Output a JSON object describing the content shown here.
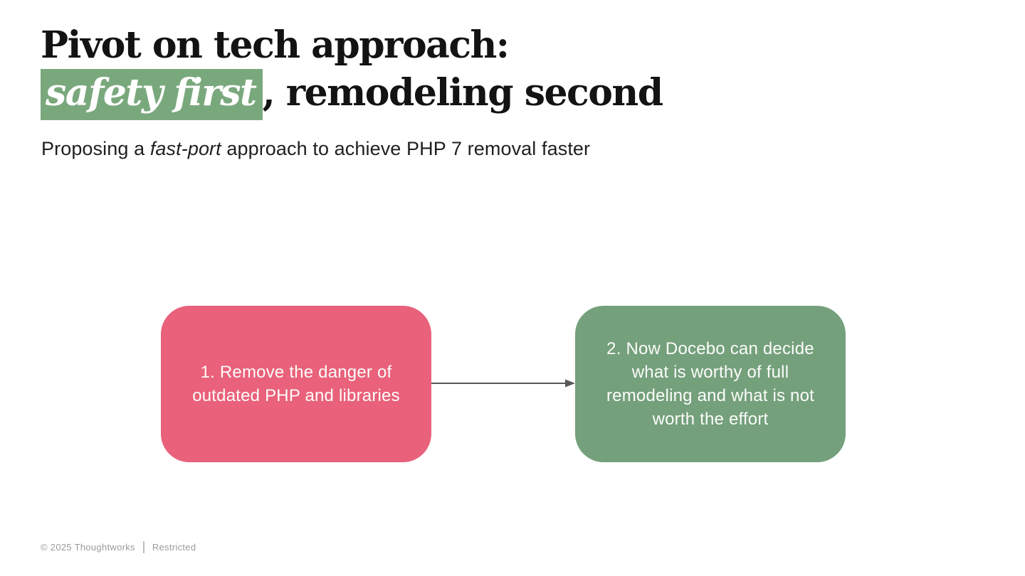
{
  "slide": {
    "title": {
      "line1": "Pivot on tech approach:",
      "highlight": "safety first",
      "line2_rest": ", remodeling second"
    },
    "subtitle": {
      "prefix": "Proposing a ",
      "emphasis": "fast-port",
      "suffix": " approach to achieve PHP 7 removal faster"
    },
    "flow": {
      "step1_label": "1. Remove the danger of outdated PHP and libraries",
      "step2_label": "2. Now Docebo can decide what is worthy of full remodeling and what is not worth the effort",
      "connector": "arrow-right"
    },
    "footer": {
      "copyright": "© 2025 Thoughtworks",
      "classification": "Restricted"
    },
    "colors": {
      "highlight_green": "#7AA87D",
      "step1_pink": "#E9617A",
      "step2_green": "#74A07C",
      "arrow_gray": "#58585A"
    }
  }
}
